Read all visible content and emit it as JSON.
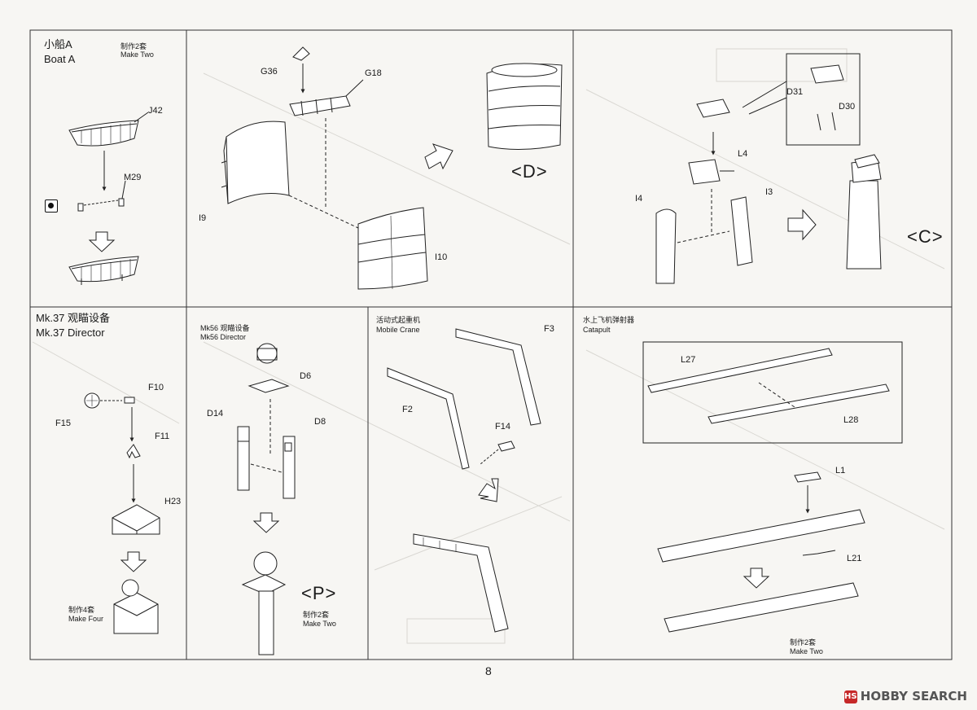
{
  "page_number": "8",
  "watermark": {
    "brand": "HOBBY SEARCH",
    "badge": "HS"
  },
  "panels": {
    "boat_a": {
      "title_zh": "小船A",
      "title_en": "Boat A",
      "qty_zh": "制作2套",
      "qty_en": "Make Two",
      "parts": [
        "J42",
        "M29"
      ]
    },
    "bridge": {
      "parts": [
        "G36",
        "G18",
        "I9",
        "I10"
      ],
      "marker": "<D>"
    },
    "tower": {
      "parts": [
        "D31",
        "D30",
        "L4",
        "I4",
        "I3"
      ],
      "marker": "<C>"
    },
    "mk37": {
      "title_zh": "Mk.37 观瞄设备",
      "title_en": "Mk.37 Director",
      "parts": [
        "F10",
        "F15",
        "F11",
        "H23"
      ],
      "qty_zh": "制作4套",
      "qty_en": "Make Four"
    },
    "mk56": {
      "title_zh": "Mk56 观瞄设备",
      "title_en": "Mk56 Director",
      "parts": [
        "D6",
        "D14",
        "D8"
      ],
      "marker": "<P>",
      "qty_zh": "制作2套",
      "qty_en": "Make Two"
    },
    "crane": {
      "title_zh": "活动式起重机",
      "title_en": "Mobile Crane",
      "parts": [
        "F3",
        "F2",
        "F14"
      ]
    },
    "catapult": {
      "title_zh": "水上飞机弹射器",
      "title_en": "Catapult",
      "parts": [
        "L27",
        "L28",
        "L1",
        "L21"
      ],
      "qty_zh": "制作2套",
      "qty_en": "Make Two"
    }
  }
}
